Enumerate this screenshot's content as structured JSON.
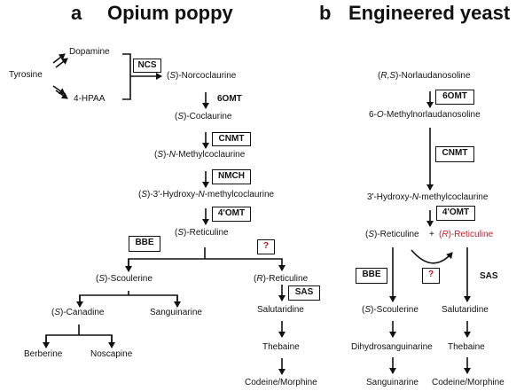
{
  "panel_a": {
    "letter": "a",
    "title": "Opium poppy",
    "compounds": {
      "tyrosine": "Tyrosine",
      "dopamine": "Dopamine",
      "hpaa": "4-HPAA",
      "norcoclaurine_prefix": "(",
      "norcoclaurine_it": "S",
      "norcoclaurine_rest": ")-Norcoclaurine",
      "coclaurine_it": "S",
      "coclaurine_rest": ")-Coclaurine",
      "nmc_it": "S",
      "nmc_mid": ")-",
      "nmc_it2": "N",
      "nmc_rest": "-Methylcoclaurine",
      "hnmc_it": "S",
      "hnmc_mid": ")-3'-Hydroxy-",
      "hnmc_it2": "N",
      "hnmc_rest": "-methylcoclaurine",
      "s_reticuline_it": "S",
      "s_reticuline_rest": ")-Reticuline",
      "r_reticuline_it": "R",
      "r_reticuline_rest": ")-Reticuline",
      "s_scoulerine_it": "S",
      "s_scoulerine_rest": ")-Scoulerine",
      "s_canadine_it": "S",
      "s_canadine_rest": ")-Canadine",
      "sanguinarine": "Sanguinarine",
      "berberine": "Berberine",
      "noscapine": "Noscapine",
      "salutaridine": "Salutaridine",
      "thebaine": "Thebaine",
      "codeine_morphine": "Codeine/Morphine"
    },
    "enzymes": {
      "ncs": "NCS",
      "6omt": "6OMT",
      "cnmt": "CNMT",
      "nmch": "NMCH",
      "4omt": "4'OMT",
      "bbe": "BBE",
      "unknown": "?",
      "sas": "SAS"
    }
  },
  "panel_b": {
    "letter": "b",
    "title": "Engineered yeast",
    "compounds": {
      "norlaud_it": "R,S",
      "norlaud_rest": ")-Norlaudanosoline",
      "omn_pre": "6-",
      "omn_it": "O",
      "omn_rest": "-Methylnorlaudanosoline",
      "hnmc_pre": "3'-Hydroxy-",
      "hnmc_it": "N",
      "hnmc_rest": "-methylcoclaurine",
      "s_reticuline_it": "S",
      "s_reticuline_rest": ")-Reticuline",
      "plus": "+",
      "r_reticuline_it": "R",
      "r_reticuline_rest": ")-Reticuline",
      "s_scoulerine_it": "S",
      "s_scoulerine_rest": ")-Scoulerine",
      "salutaridine": "Salutaridine",
      "dihydrosanguinarine": "Dihydrosanguinarine",
      "thebaine": "Thebaine",
      "sanguinarine": "Sanguinarine",
      "codeine_morphine": "Codeine/Morphine"
    },
    "enzymes": {
      "6omt": "6OMT",
      "cnmt": "CNMT",
      "4omt": "4'OMT",
      "bbe": "BBE",
      "unknown": "?",
      "sas": "SAS"
    }
  },
  "colors": {
    "highlight_red": "#cc1b2b",
    "line": "#111111"
  }
}
